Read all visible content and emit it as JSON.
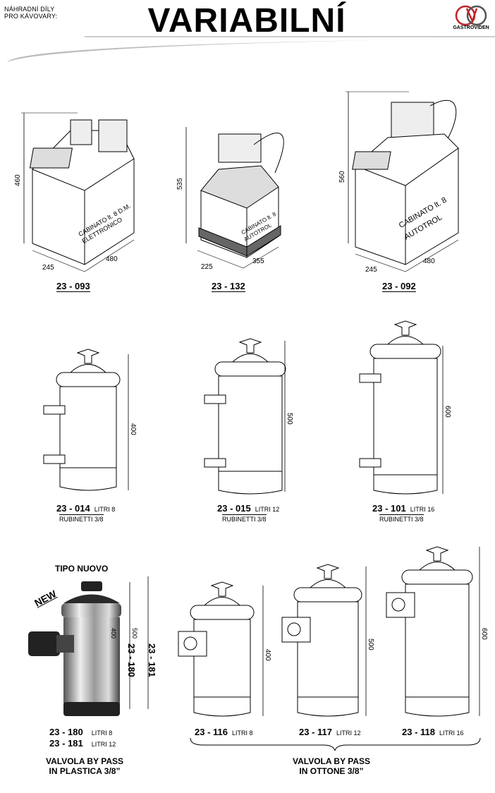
{
  "header": {
    "small_line1": "NÁHRADNÍ DÍLY",
    "small_line2": "PRO KÁVOVARY:",
    "title": "VARIABILNÍ",
    "logo_text": "GASTROVIDEN"
  },
  "row1": [
    {
      "code": "23 - 093",
      "label_line1": "CABINATO lt. 8 D.M.",
      "label_line2": "ELETTRONICO",
      "height": "460",
      "depth": "245",
      "width": "480"
    },
    {
      "code": "23 - 132",
      "label_line1": "CABINATO lt. 8",
      "label_line2": "AUTOTROL",
      "height": "535",
      "depth": "225",
      "width": "355"
    },
    {
      "code": "23 - 092",
      "label_line1": "CABINATO lt. 8",
      "label_line2": "AUTOTROL",
      "height": "560",
      "depth": "245",
      "width": "480"
    }
  ],
  "row2": [
    {
      "code": "23 - 014",
      "litri": "LITRI 8",
      "rubinetti": "RUBINETTI 3/8",
      "height": "400"
    },
    {
      "code": "23 - 015",
      "litri": "LITRI 12",
      "rubinetti": "RUBINETTI 3/8",
      "height": "500"
    },
    {
      "code": "23 - 101",
      "litri": "LITRI 16",
      "rubinetti": "RUBINETTI 3/8",
      "height": "600"
    }
  ],
  "row3": {
    "tipo_nuovo": "TIPO NUOVO",
    "new_badge": "NEW",
    "plastic": {
      "dim1": "400",
      "code1_vertical": "23 - 180",
      "dim2": "500",
      "code2_vertical": "23 - 181",
      "code1": "23 - 180",
      "litri1": "LITRI  8",
      "code2": "23 - 181",
      "litri2": "LITRI 12",
      "caption_line1": "VALVOLA BY PASS",
      "caption_line2": "IN  PLASTICA 3/8”"
    },
    "brass": [
      {
        "code": "23 - 116",
        "litri": "LITRI 8",
        "height": "400"
      },
      {
        "code": "23 - 117",
        "litri": "LITRI 12",
        "height": "500"
      },
      {
        "code": "23 - 118",
        "litri": "LITRI 16",
        "height": "600"
      }
    ],
    "brass_caption_line1": "VALVOLA BY PASS",
    "brass_caption_line2": "IN  OTTONE 3/8”"
  }
}
